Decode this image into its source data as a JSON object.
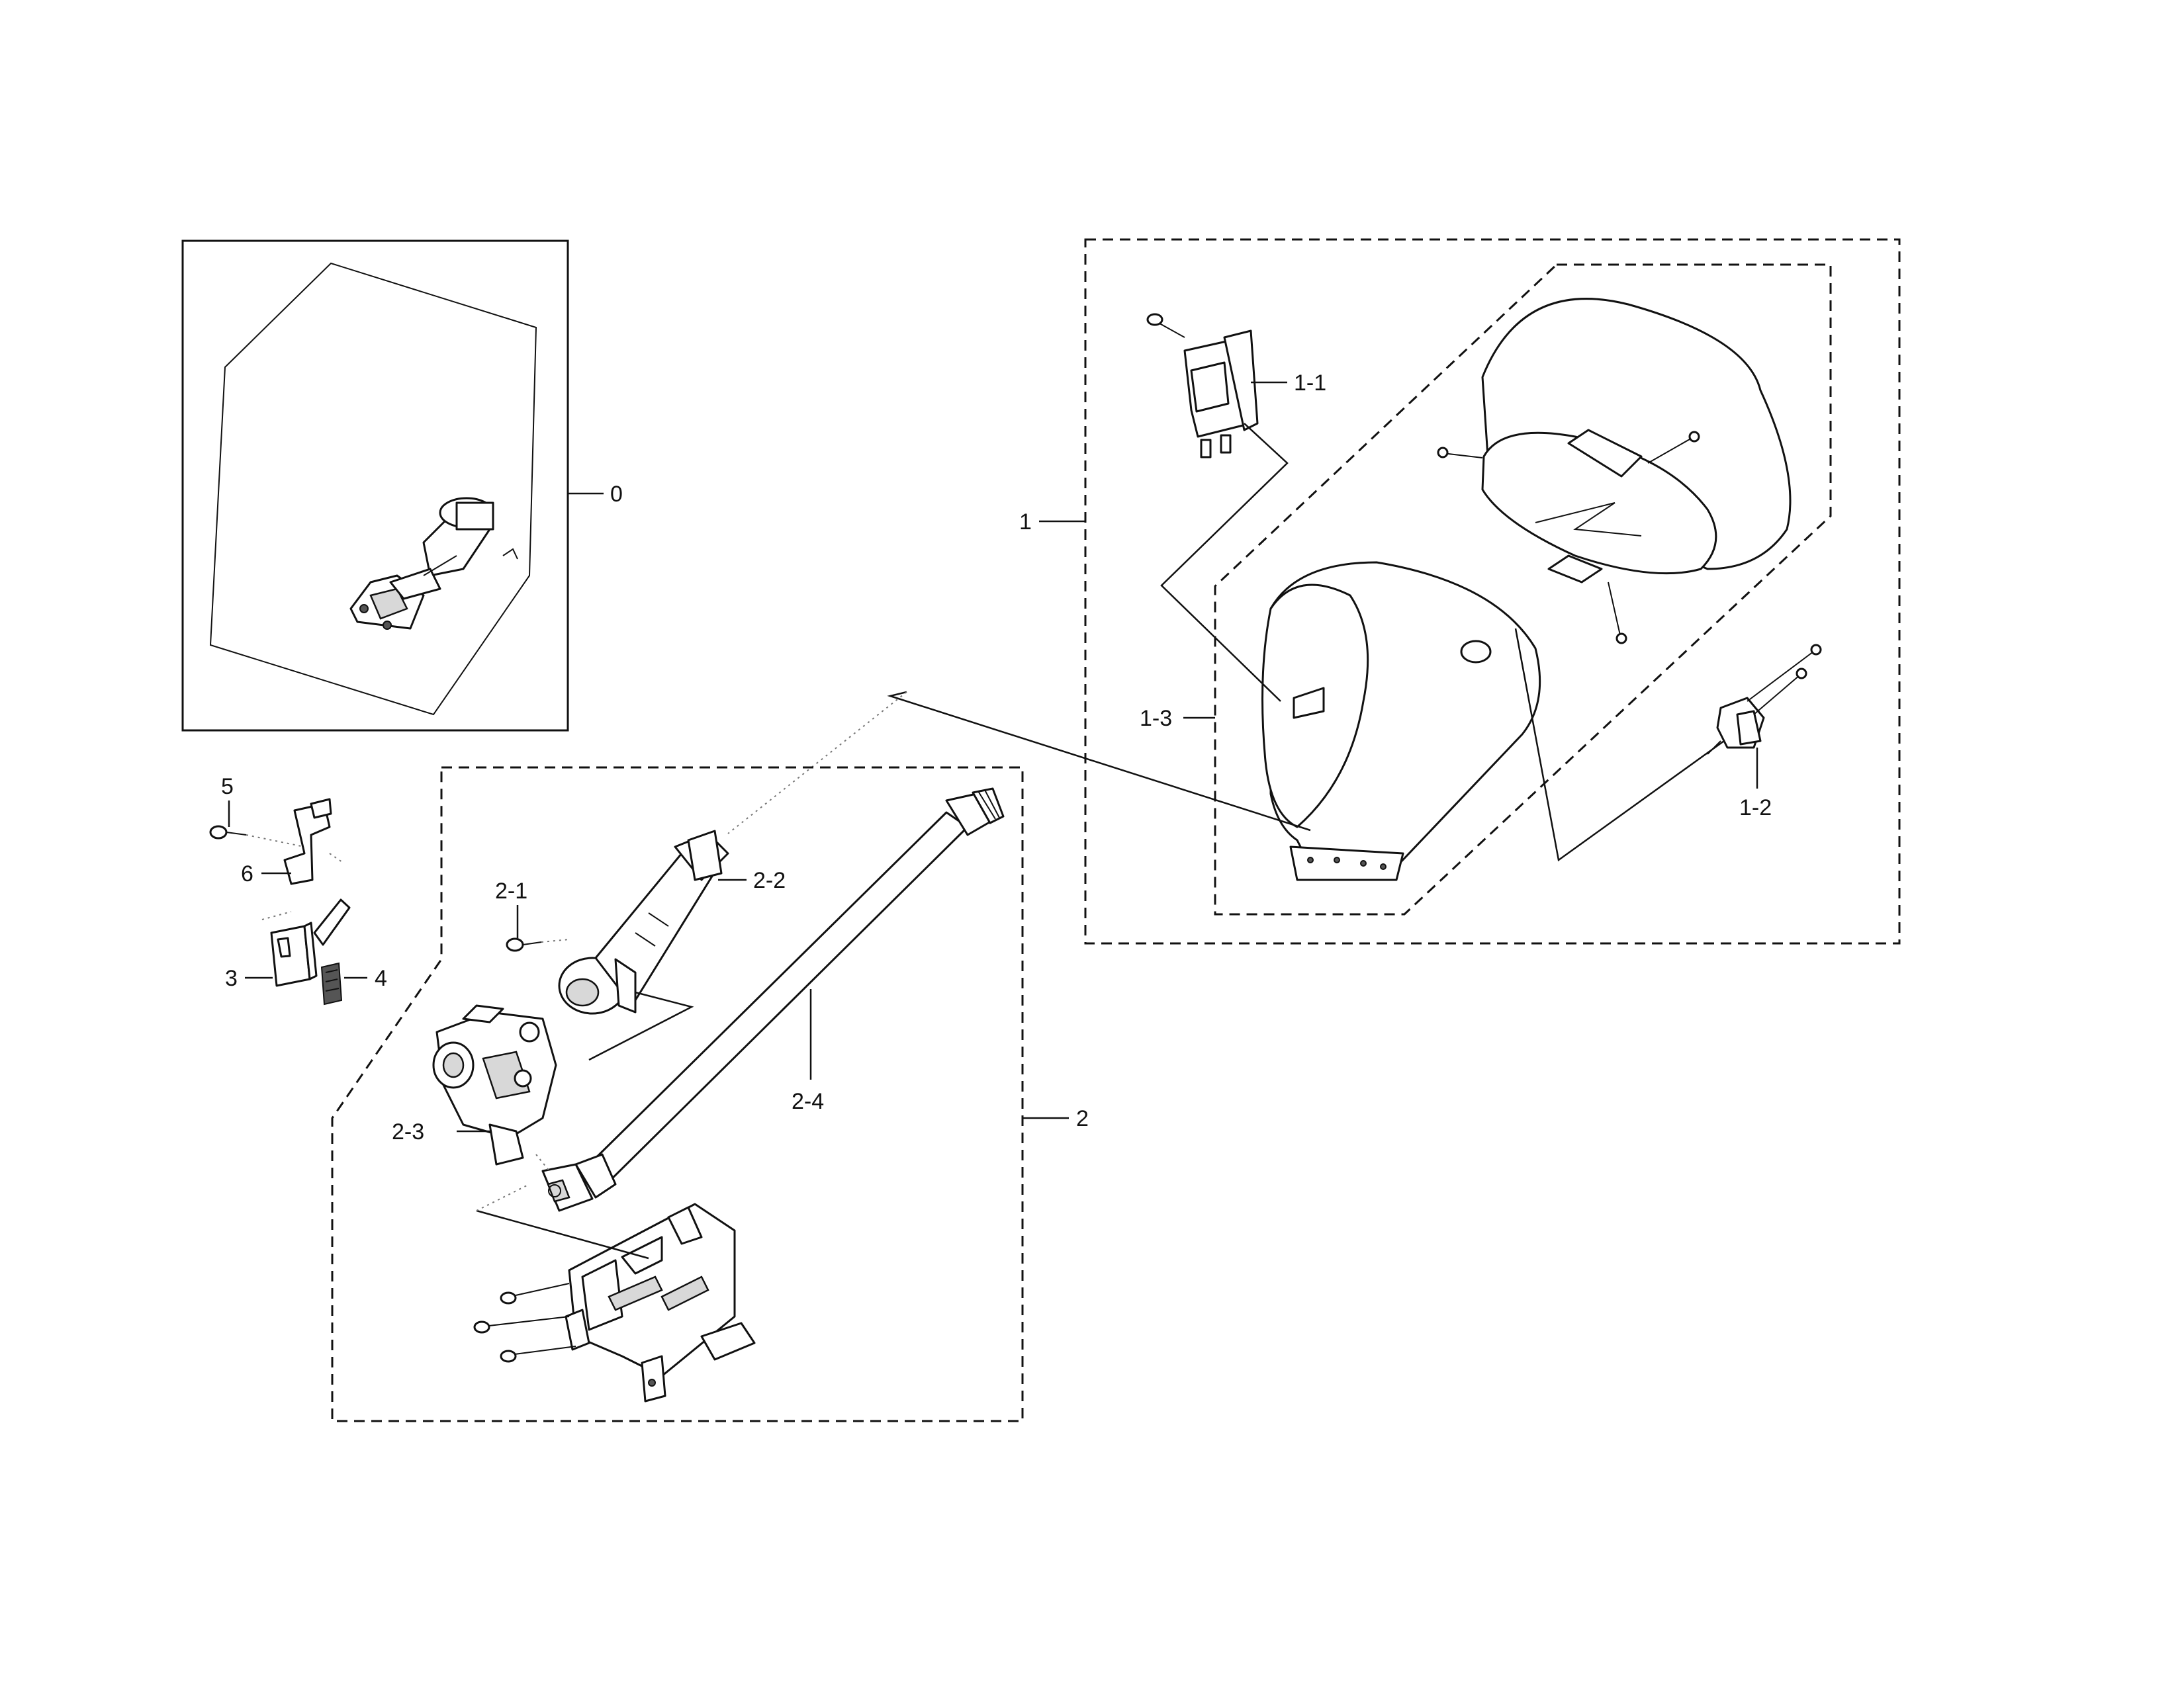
{
  "callouts": {
    "c0": "0",
    "c1": "1",
    "c1_1": "1-1",
    "c1_2": "1-2",
    "c1_3": "1-3",
    "c2": "2",
    "c2_1": "2-1",
    "c2_2": "2-2",
    "c2_3": "2-3",
    "c2_4": "2-4",
    "c3": "3",
    "c4": "4",
    "c5": "5",
    "c6": "6"
  }
}
